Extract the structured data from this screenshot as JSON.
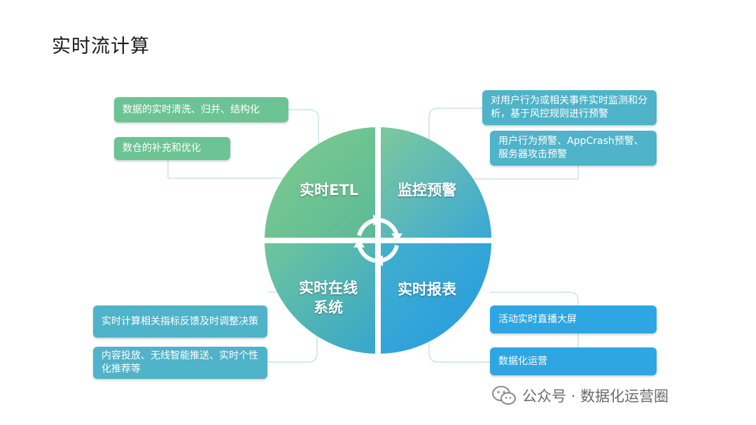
{
  "page": {
    "title": "实时流计算"
  },
  "quadrants": {
    "tl": {
      "label": "实时ETL",
      "colors": [
        "#7cc98e",
        "#5dbb96"
      ]
    },
    "tr": {
      "label": "监控预警",
      "colors": [
        "#7cc9a0",
        "#3aa8d8"
      ]
    },
    "bl": {
      "label": "实时在线\n系统",
      "colors": [
        "#6cc59c",
        "#36a8cf"
      ]
    },
    "br": {
      "label": "实时报表",
      "colors": [
        "#3fb0ce",
        "#279fe2"
      ]
    }
  },
  "callouts": {
    "tl": [
      "数据的实时清洗、归并、结构化",
      "数仓的补充和优化"
    ],
    "tr": [
      "对用户行为或相关事件实时监测和分析，基于风控规则进行预警",
      "用户行为预警、AppCrash预警、服务器攻击预警"
    ],
    "bl": [
      "实时计算相关指标反馈及时调整决策",
      "内容投放、无线智能推送、实时个性化推荐等"
    ],
    "br": [
      "活动实时直播大屏",
      "数据化运营"
    ]
  },
  "watermark": {
    "text": "公众号 · 数据化运营圈",
    "icon": "wechat-icon"
  },
  "colors": {
    "box_green": "#6cc394",
    "box_teal": "#4fb3c9",
    "box_blue": "#2ea6e3",
    "connector": "#c9e3ea"
  }
}
